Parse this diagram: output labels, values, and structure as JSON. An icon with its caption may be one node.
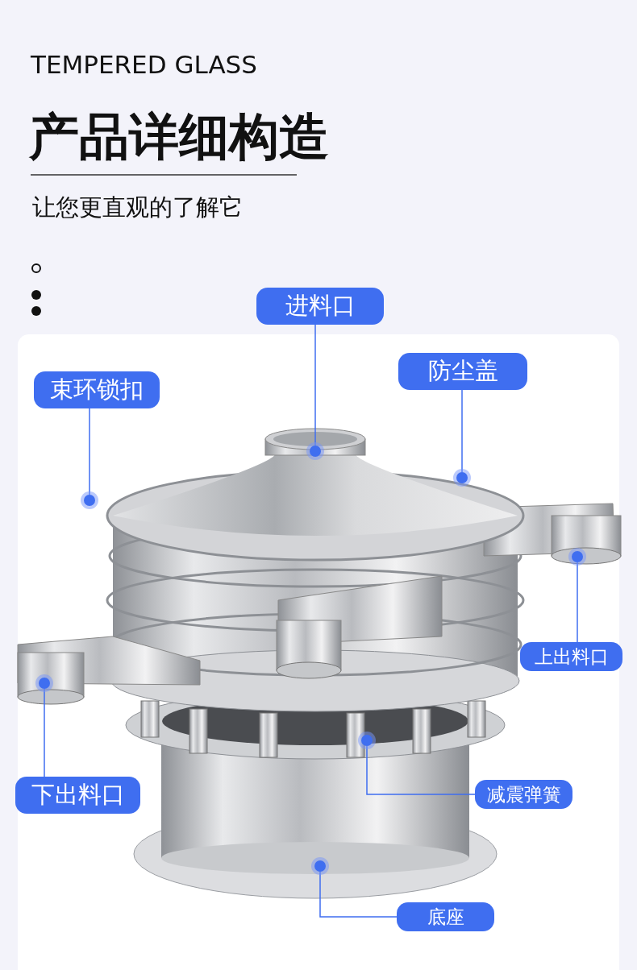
{
  "diagram": {
    "title": "产品详细构造",
    "nodes": [
      {
        "text": [
          "进料口"
        ]
      },
      {
        "text": [
          "束环锁扣"
        ]
      },
      {
        "text": [
          "防尘盖"
        ]
      },
      {
        "text": [
          "上出料口"
        ]
      },
      {
        "text": [
          "下出料口"
        ]
      },
      {
        "text": [
          "减震弹簧"
        ]
      },
      {
        "text": [
          "底座"
        ]
      },
      {
        "text": [],
        "shape": "circle"
      },
      {
        "text": [],
        "shape": "circle"
      },
      {
        "text": [],
        "shape": "circle"
      },
      {
        "text": [],
        "shape": "circle"
      },
      {
        "text": [],
        "shape": "circle"
      },
      {
        "text": [],
        "shape": "circle"
      },
      {
        "text": [],
        "shape": "circle"
      }
    ],
    "edges": [
      {
        "from": 0,
        "to": 7,
        "arrow": "none"
      },
      {
        "from": 1,
        "to": 8,
        "arrow": "none"
      },
      {
        "from": 2,
        "to": 9,
        "arrow": "none"
      },
      {
        "from": 3,
        "to": 10,
        "arrow": "none"
      },
      {
        "from": 4,
        "to": 11,
        "arrow": "none"
      },
      {
        "from": 5,
        "to": 12,
        "arrow": "none"
      },
      {
        "from": 6,
        "to": 13,
        "arrow": "none"
      }
    ],
    "labels": [
      "TEMPERED GLASS",
      "让您更直观的了解它"
    ]
  }
}
